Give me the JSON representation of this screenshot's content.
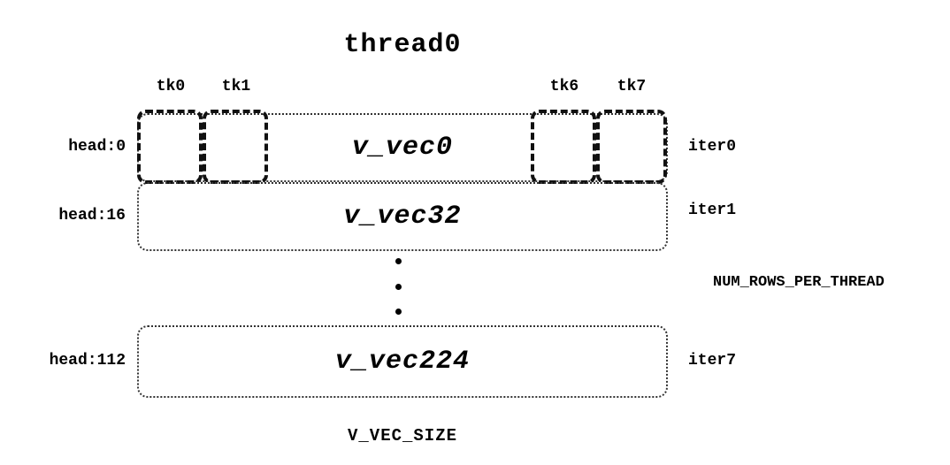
{
  "diagram": {
    "title": "thread0",
    "tk_labels": [
      "tk0",
      "tk1",
      "tk6",
      "tk7"
    ],
    "rows": [
      {
        "head": "head:0",
        "vec_label": "v_vec0",
        "iter": "iter0"
      },
      {
        "head": "head:16",
        "vec_label": "v_vec32",
        "iter": "iter1"
      },
      {
        "head": "head:112",
        "vec_label": "v_vec224",
        "iter": "iter7"
      }
    ],
    "right_label": "NUM_ROWS_PER_THREAD",
    "bottom_label": "V_VEC_SIZE"
  }
}
